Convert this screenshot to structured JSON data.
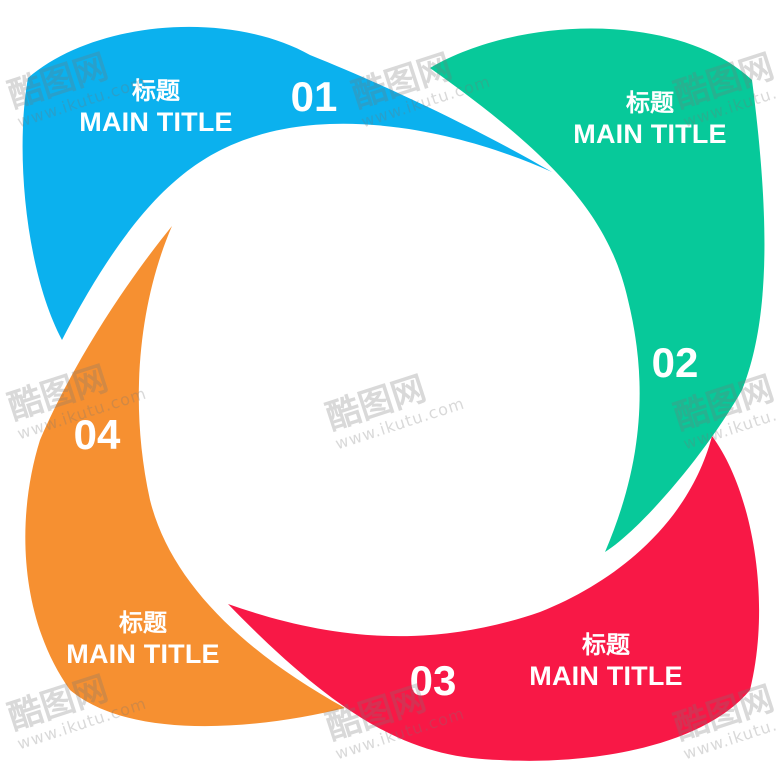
{
  "colors": {
    "blue": "#0bb1ee",
    "green": "#07c99a",
    "red": "#f81846",
    "orange": "#f69031",
    "text": "#ffffff"
  },
  "petals": [
    {
      "number": "01",
      "title_cn": "标题",
      "title_en": "MAIN TITLE",
      "color": "#0bb1ee"
    },
    {
      "number": "02",
      "title_cn": "标题",
      "title_en": "MAIN TITLE",
      "color": "#07c99a"
    },
    {
      "number": "03",
      "title_cn": "标题",
      "title_en": "MAIN TITLE",
      "color": "#f81846"
    },
    {
      "number": "04",
      "title_cn": "标题",
      "title_en": "MAIN TITLE",
      "color": "#f69031"
    }
  ],
  "watermark": {
    "brand": "酷图网",
    "url": "www.ikutu.com"
  }
}
